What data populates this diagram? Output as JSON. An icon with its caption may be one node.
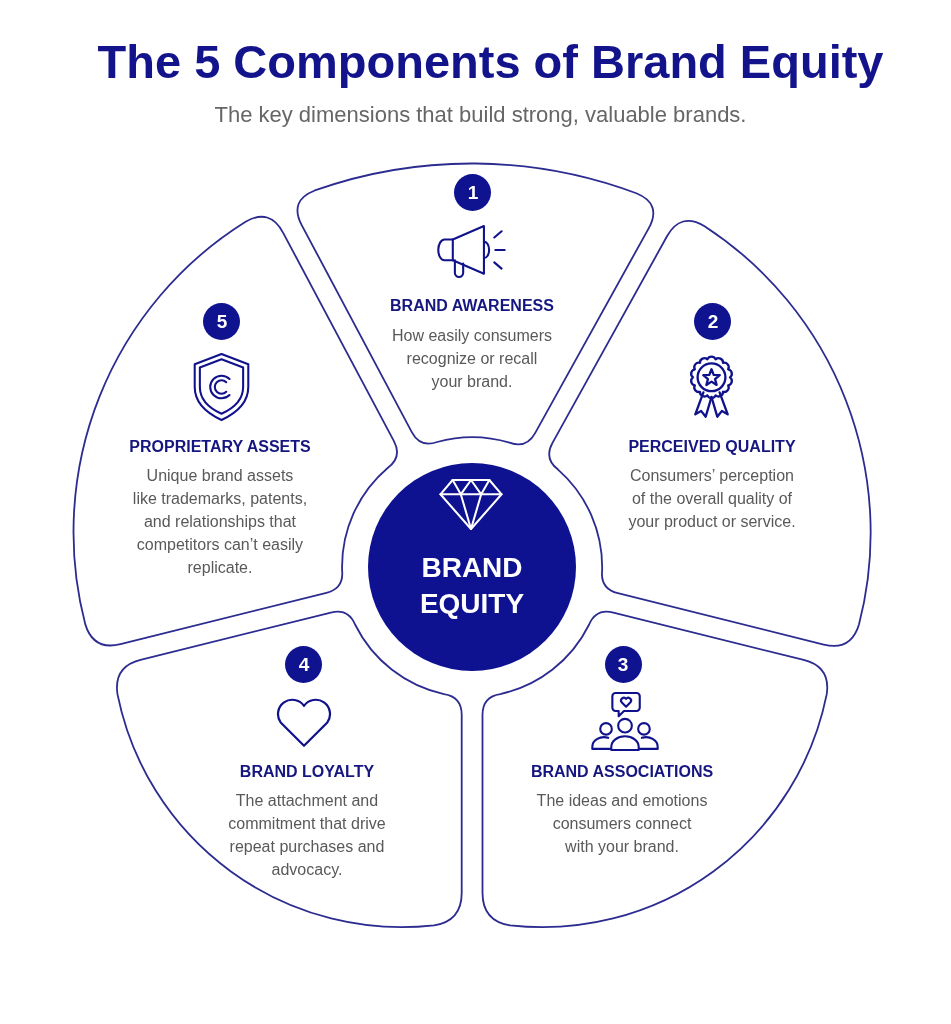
{
  "diagram": {
    "title": "The 5 Components of Brand Equity",
    "nodes": [
      {
        "text": [
          "BRAND AWARENESS",
          "How easily consumers recognize or recall your brand."
        ]
      },
      {
        "text": [
          "1"
        ],
        "in": 0
      },
      {
        "text": [
          "PERCEIVED QUALITY",
          "Consumers’ perception of the overall quality of your product or service."
        ]
      },
      {
        "text": [
          "2"
        ],
        "in": 2
      },
      {
        "text": [
          "BRAND ASSOCIATIONS",
          "The ideas and emotions consumers connect with your brand."
        ]
      },
      {
        "text": [
          "3"
        ],
        "in": 4
      },
      {
        "text": [
          "BRAND LOYALTY",
          "The attachment and commitment that drive repeat purchases and advocacy."
        ]
      },
      {
        "text": [
          "4"
        ],
        "in": 6
      },
      {
        "text": [
          "PROPRIETARY ASSETS",
          "Unique brand assets like trademarks, patents, and relationships that competitors can’t easily replicate."
        ]
      },
      {
        "text": [
          "5"
        ],
        "in": 8
      },
      {
        "text": [
          "BRAND EQUITY"
        ]
      }
    ],
    "labels": [
      "The key dimensions that build strong, valuable brands."
    ]
  }
}
